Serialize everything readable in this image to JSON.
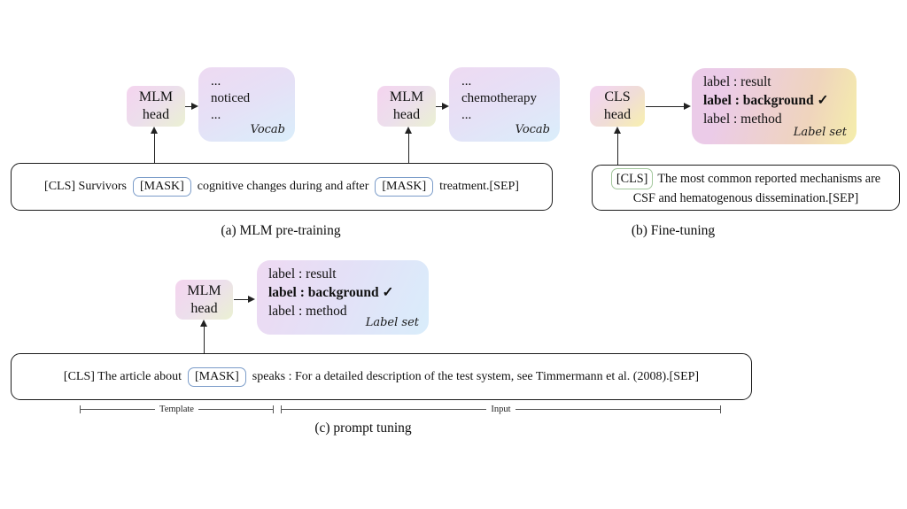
{
  "colors": {
    "mask_border": "#7b9cc9",
    "cls_border": "#a2c79c",
    "sentence_box_border": "#1c1c1c",
    "mlm_head_gradient": [
      "#f3d6ee",
      "#ebefd5"
    ],
    "cls_head_gradient": [
      "#f2d6ed",
      "#f8f0ae"
    ],
    "vocab_gradient": [
      "#eedaf2",
      "#daeefb"
    ],
    "labelset_b_gradient": [
      "#ebcbe8",
      "#efd4bd",
      "#f5eeab"
    ],
    "labelset_c_gradient": [
      "#eed9f2",
      "#d9edfb"
    ]
  },
  "panel_a": {
    "caption": "(a) MLM pre-training",
    "head1": {
      "line1": "MLM",
      "line2": "head"
    },
    "head2": {
      "line1": "MLM",
      "line2": "head"
    },
    "vocab1": {
      "dots_top": "...",
      "word": "noticed",
      "dots_bottom": "...",
      "tag": "Vocab"
    },
    "vocab2": {
      "dots_top": "...",
      "word": "chemotherapy",
      "dots_bottom": "...",
      "tag": "Vocab"
    },
    "sentence": {
      "pre": "[CLS] Survivors",
      "mask1": "[MASK]",
      "mid": "cognitive changes during and after",
      "mask2": "[MASK]",
      "post": "treatment.[SEP]"
    }
  },
  "panel_b": {
    "caption": "(b) Fine-tuning",
    "head": {
      "line1": "CLS",
      "line2": "head"
    },
    "labelset": {
      "line1": "label : result",
      "line2": "label : background ✓",
      "line3": "label : method",
      "tag": "Label set"
    },
    "sentence": {
      "cls": "[CLS]",
      "line1": "The most common reported mechanisms are",
      "line2": "CSF and hematogenous dissemination.[SEP]"
    }
  },
  "panel_c": {
    "caption": "(c) prompt tuning",
    "head": {
      "line1": "MLM",
      "line2": "head"
    },
    "labelset": {
      "line1": "label : result",
      "line2": "label : background ✓",
      "line3": "label : method",
      "tag": "Label set"
    },
    "sentence": {
      "pre": "[CLS] The article about",
      "mask": "[MASK]",
      "post": "speaks : For a detailed description of the test system, see Timmermann et al. (2008).[SEP]"
    },
    "brackets": {
      "template": "Template",
      "input": "Input"
    }
  }
}
